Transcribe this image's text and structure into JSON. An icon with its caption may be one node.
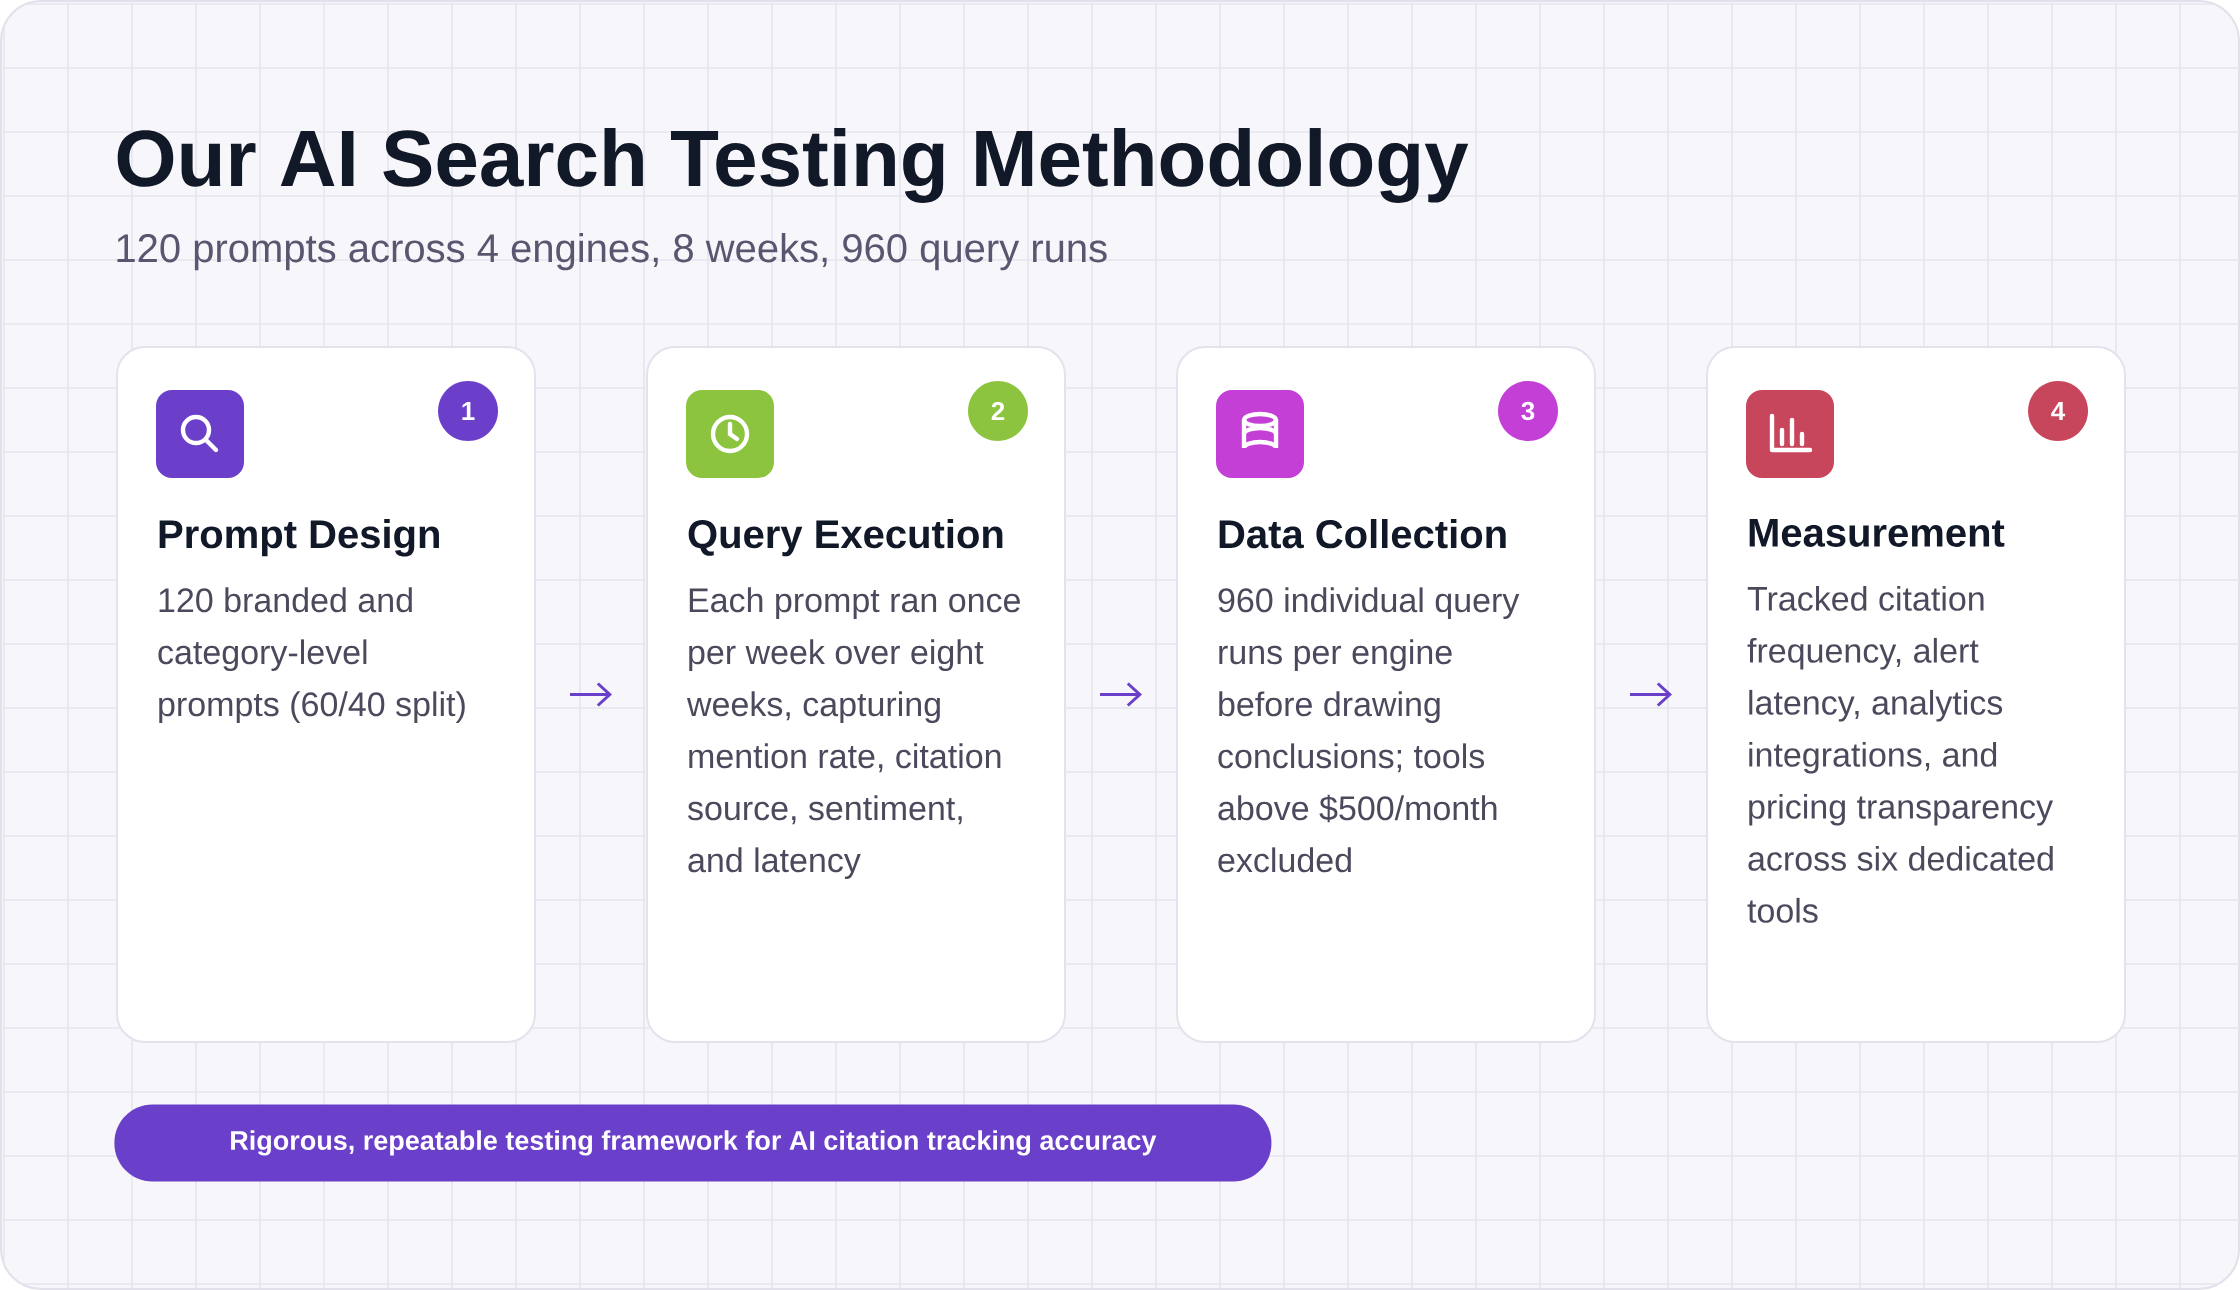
{
  "diagram": {
    "title": "Our AI Search Testing Methodology",
    "nodes": [
      {
        "text": [
          "Prompt Design",
          "120 branded and category-level prompts (60/40 split)"
        ]
      },
      {
        "text": [
          "1"
        ],
        "in": 0
      },
      {
        "text": [
          "Query Execution",
          "Each prompt ran once per week over eight weeks, capturing mention rate, citation source, sentiment, and latency"
        ]
      },
      {
        "text": [
          "2"
        ],
        "in": 2
      },
      {
        "text": [
          "Data Collection",
          "960 individual query runs per engine before drawing conclusions; tools above $500/month excluded"
        ]
      },
      {
        "text": [
          "3"
        ],
        "in": 4
      },
      {
        "text": [
          "Measurement",
          "Tracked citation frequency, alert latency, analytics integrations, and pricing transparency across six dedicated tools"
        ]
      },
      {
        "text": [
          "4"
        ],
        "in": 6
      },
      {
        "text": [
          "Rigorous, repeatable testing framework for AI citation tracking accuracy"
        ]
      }
    ],
    "edges": [
      {
        "from": 0,
        "to": 2,
        "arrow": "to"
      },
      {
        "from": 2,
        "to": 4,
        "arrow": "to"
      },
      {
        "from": 4,
        "to": 6,
        "arrow": "to"
      }
    ],
    "labels": [
      "120 prompts across 4 engines, 8 weeks, 960 query runs"
    ]
  }
}
